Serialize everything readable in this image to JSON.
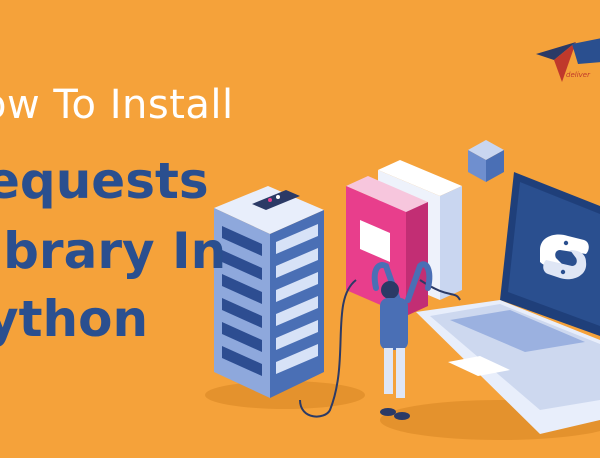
{
  "banner": {
    "line1": "ow To Install",
    "line2": "equests",
    "line3": "ibrary In",
    "line4": "ython"
  },
  "logo": {
    "tagline": "deliver"
  },
  "colors": {
    "background": "#f5a23a",
    "headline_dark": "#2a4f8f",
    "headline_light": "#ffffff",
    "server": "#4a6fb5",
    "book_pink": "#e83e8c",
    "laptop_screen": "#1f3f7a"
  },
  "icons": [
    "server-rack-icon",
    "books-icon",
    "cube-icon",
    "person-icon",
    "laptop-icon",
    "python-logo-icon"
  ]
}
